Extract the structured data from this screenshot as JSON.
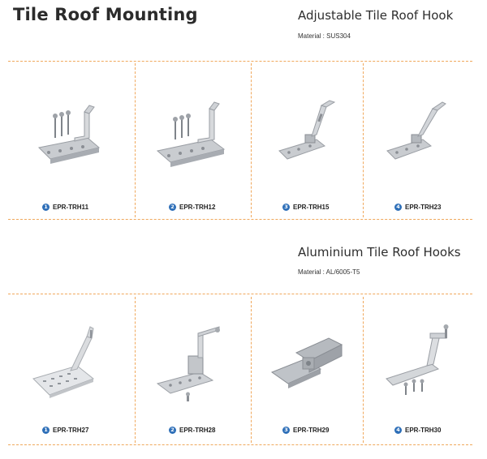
{
  "page": {
    "title": "Tile Roof Mounting"
  },
  "sections": [
    {
      "title": "Adjustable Tile Roof Hook",
      "material": "Material : SUS304",
      "products": [
        {
          "num": "1",
          "code": "EPR-TRH11",
          "icon": "steel-base-hook-with-screws"
        },
        {
          "num": "2",
          "code": "EPR-TRH12",
          "icon": "steel-base-hook-with-screws"
        },
        {
          "num": "3",
          "code": "EPR-TRH15",
          "icon": "steel-adjustable-hook"
        },
        {
          "num": "4",
          "code": "EPR-TRH23",
          "icon": "steel-adjustable-hook"
        }
      ]
    },
    {
      "title": "Aluminium Tile Roof Hooks",
      "material": "Material : AL/6005-T5",
      "products": [
        {
          "num": "1",
          "code": "EPR-TRH27",
          "icon": "aluminium-hook-plate"
        },
        {
          "num": "2",
          "code": "EPR-TRH28",
          "icon": "aluminium-adjustable-hook"
        },
        {
          "num": "3",
          "code": "EPR-TRH29",
          "icon": "aluminium-clamp-hook"
        },
        {
          "num": "4",
          "code": "EPR-TRH30",
          "icon": "aluminium-hook-with-screws"
        }
      ]
    }
  ]
}
